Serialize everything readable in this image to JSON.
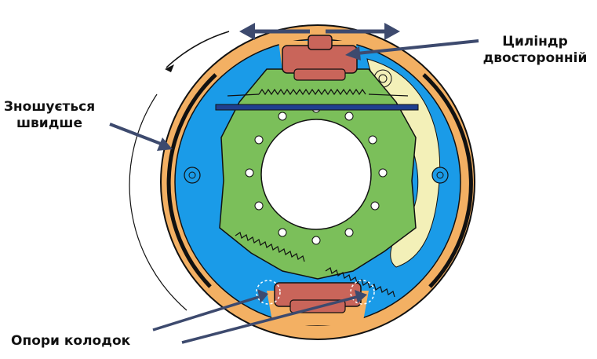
{
  "labels": {
    "cylinder_line1": "Циліндр",
    "cylinder_line2": "двосторонній",
    "wears_faster_line1": "Зношується",
    "wears_faster_line2": "швидше",
    "shoe_supports": "Опори колодок"
  },
  "colors": {
    "drum": "#f3b063",
    "shoe_lining": "#1a9be8",
    "backing_plate": "#7bbf5a",
    "cylinder": "#c9655a",
    "pale_shoe": "#f3f0b8",
    "arrow": "#3d4a6e",
    "outline": "#111111",
    "bar": "#1f3f8f"
  }
}
